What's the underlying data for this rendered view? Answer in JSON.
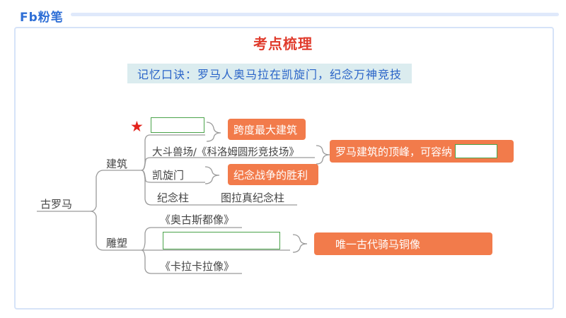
{
  "header": {
    "logo_text": "Fb粉笔",
    "title": "考点梳理"
  },
  "mnemonic": "记忆口诀：罗马人奥马拉在凯旋门，纪念万神竞技",
  "diagram": {
    "root": "古罗马",
    "branches": {
      "architecture": {
        "label": "建筑",
        "items": {
          "colosseum": "大斗兽场/《科洛姆圆形竞技场》",
          "arch": "凯旋门",
          "column": "纪念柱",
          "trajan_column": "图拉真纪念柱"
        }
      },
      "sculpture": {
        "label": "雕塑",
        "items": {
          "augustus": "《奥古斯都像》",
          "caracalla": "《卡拉卡拉像》"
        }
      }
    },
    "annotations": {
      "largest_span": "跨度最大建筑",
      "colosseum_note": "罗马建筑的顶峰，可容纳",
      "arch_note": "纪念战争的胜利",
      "equestrian_note": "唯一古代骑马铜像"
    },
    "star_symbol": "★",
    "colors": {
      "tag_bg": "#f27b4b",
      "blank_border": "#4aa34a",
      "title": "#e03b2c",
      "mnemonic_text": "#2a64c8",
      "mnemonic_bg": "#dbecef"
    }
  }
}
